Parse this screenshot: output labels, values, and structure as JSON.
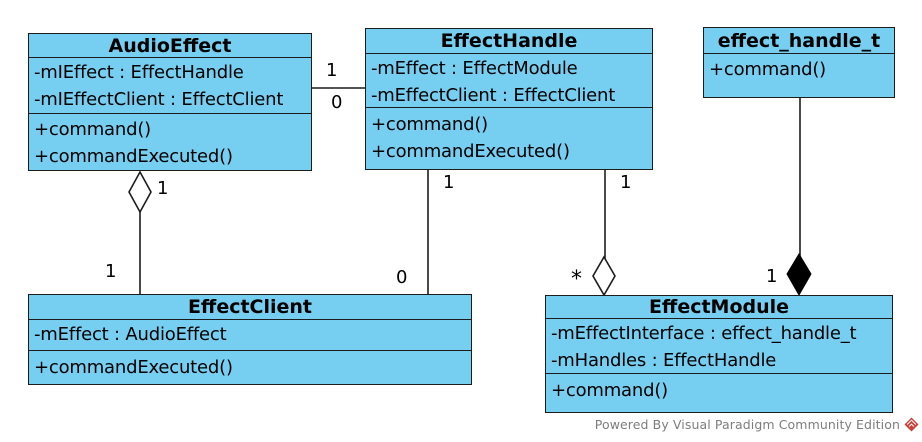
{
  "diagram": {
    "type": "uml-class-diagram",
    "background": "#FFFFFF",
    "class_fill_color": "#76CFF0",
    "class_border_color": "#1C1C1C",
    "logo_color": "#C8423C"
  },
  "classes": [
    {
      "name": "AudioEffect",
      "attributes": [
        "-mIEffect : EffectHandle",
        "-mIEffectClient : EffectClient"
      ],
      "methods": [
        "+command()",
        "+commandExecuted()"
      ]
    },
    {
      "name": "EffectHandle",
      "attributes": [
        "-mEffect : EffectModule",
        "-mEffectClient : EffectClient"
      ],
      "methods": [
        "+command()",
        "+commandExecuted()"
      ]
    },
    {
      "name": "effect_handle_t",
      "attributes": [],
      "methods": [
        "+command()"
      ]
    },
    {
      "name": "EffectClient",
      "attributes": [
        "-mEffect : AudioEffect"
      ],
      "methods": [
        "+commandExecuted()"
      ]
    },
    {
      "name": "EffectModule",
      "attributes": [
        "-mEffectInterface : effect_handle_t",
        "-mHandles : EffectHandle"
      ],
      "methods": [
        "+command()"
      ]
    }
  ],
  "relationships": [
    {
      "from": "AudioEffect",
      "to": "EffectHandle",
      "type": "association",
      "labels": {
        "source": "1",
        "target": "0"
      }
    },
    {
      "from": "AudioEffect",
      "to": "EffectClient",
      "type": "aggregation",
      "diamond_at": "AudioEffect",
      "labels": {
        "source": "1",
        "target": "1"
      }
    },
    {
      "from": "EffectHandle",
      "to": "EffectClient",
      "type": "association",
      "labels": {
        "source": "1",
        "target": "0"
      }
    },
    {
      "from": "EffectHandle",
      "to": "EffectModule",
      "type": "aggregation",
      "diamond_at": "EffectModule",
      "labels": {
        "source": "1",
        "target": "*"
      }
    },
    {
      "from": "effect_handle_t",
      "to": "EffectModule",
      "type": "composition",
      "diamond_at": "EffectModule",
      "labels": {
        "target": "1"
      }
    }
  ],
  "footer": {
    "text": "Powered By Visual Paradigm Community Edition",
    "logo": "visual-paradigm-logo"
  }
}
